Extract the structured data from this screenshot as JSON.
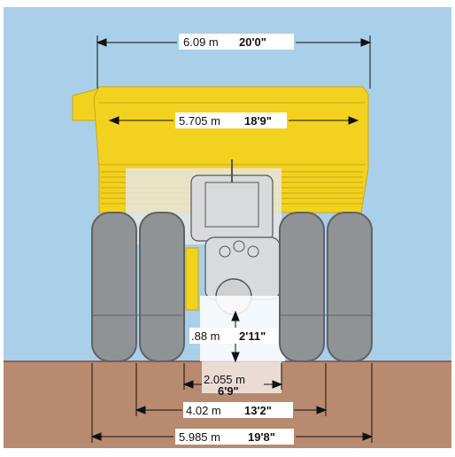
{
  "diagram": {
    "subject": "rear view of mining haul truck with dimension lines",
    "colors": {
      "sky": "#a9cfe9",
      "ground": "#b88a6f",
      "ground_line": "#7a4e3a",
      "body": "#f2d21f",
      "body_dark": "#c9a816",
      "tire": "#8f9396",
      "tire_dark": "#5f6366",
      "frame": "#d9dadb",
      "dimension_line": "#111111"
    },
    "dimensions": {
      "overall_width": {
        "metric": "6.09 m",
        "imperial": "20'0\""
      },
      "body_width": {
        "metric": "5.705 m",
        "imperial": "18'9\""
      },
      "ground_clearance": {
        "metric": ".88 m",
        "imperial": "2'11\""
      },
      "axle_width": {
        "metric": "2.055 m",
        "imperial": "6'9\""
      },
      "dual_centers": {
        "metric": "4.02 m",
        "imperial": "13'2\""
      },
      "outside_tires": {
        "metric": "5.985 m",
        "imperial": "19'8\""
      }
    }
  }
}
